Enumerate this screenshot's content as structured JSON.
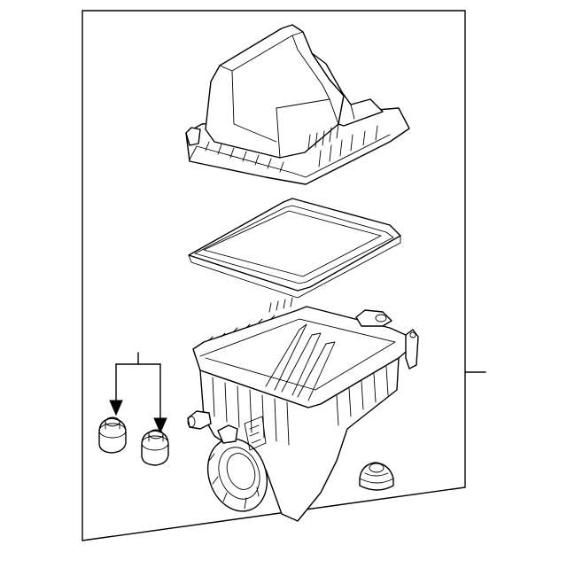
{
  "diagram": {
    "parts": [
      {
        "id": "air-cleaner-cover"
      },
      {
        "id": "air-filter-element"
      },
      {
        "id": "air-cleaner-housing"
      },
      {
        "id": "grommet-left"
      },
      {
        "id": "grommet-right"
      },
      {
        "id": "mount-insulator"
      }
    ],
    "colors": {
      "line": "#000000",
      "background": "#ffffff"
    }
  }
}
